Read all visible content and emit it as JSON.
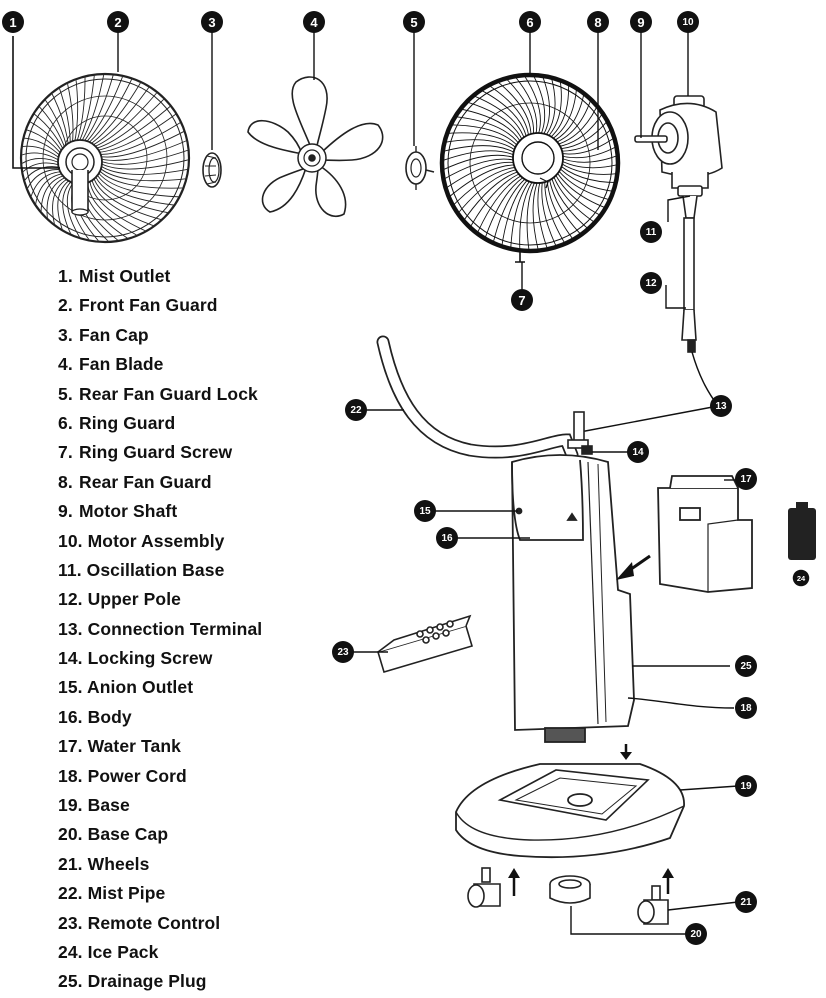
{
  "parts": [
    {
      "num": "1.",
      "name": "Mist Outlet"
    },
    {
      "num": "2.",
      "name": "Front Fan Guard"
    },
    {
      "num": "3.",
      "name": "Fan Cap"
    },
    {
      "num": "4.",
      "name": "Fan Blade"
    },
    {
      "num": "5.",
      "name": "Rear Fan Guard Lock"
    },
    {
      "num": "6.",
      "name": "Ring Guard"
    },
    {
      "num": "7.",
      "name": "Ring Guard Screw"
    },
    {
      "num": "8.",
      "name": "Rear Fan Guard"
    },
    {
      "num": "9.",
      "name": "Motor Shaft"
    },
    {
      "num": "10.",
      "name": "Motor Assembly"
    },
    {
      "num": "11.",
      "name": "Oscillation Base"
    },
    {
      "num": "12.",
      "name": "Upper Pole"
    },
    {
      "num": "13.",
      "name": "Connection Terminal"
    },
    {
      "num": "14.",
      "name": "Locking Screw"
    },
    {
      "num": "15.",
      "name": "Anion Outlet"
    },
    {
      "num": "16.",
      "name": "Body"
    },
    {
      "num": "17.",
      "name": "Water Tank"
    },
    {
      "num": "18.",
      "name": "Power Cord"
    },
    {
      "num": "19.",
      "name": "Base"
    },
    {
      "num": "20.",
      "name": "Base Cap"
    },
    {
      "num": "21.",
      "name": "Wheels"
    },
    {
      "num": "22.",
      "name": "Mist Pipe"
    },
    {
      "num": "23.",
      "name": "Remote Control"
    },
    {
      "num": "24.",
      "name": "Ice Pack"
    },
    {
      "num": "25.",
      "name": "Drainage Plug"
    }
  ],
  "callouts": [
    "1",
    "2",
    "3",
    "4",
    "5",
    "6",
    "7",
    "8",
    "9",
    "10",
    "11",
    "12",
    "13",
    "14",
    "15",
    "16",
    "17",
    "18",
    "19",
    "20",
    "21",
    "22",
    "23",
    "24",
    "25"
  ]
}
